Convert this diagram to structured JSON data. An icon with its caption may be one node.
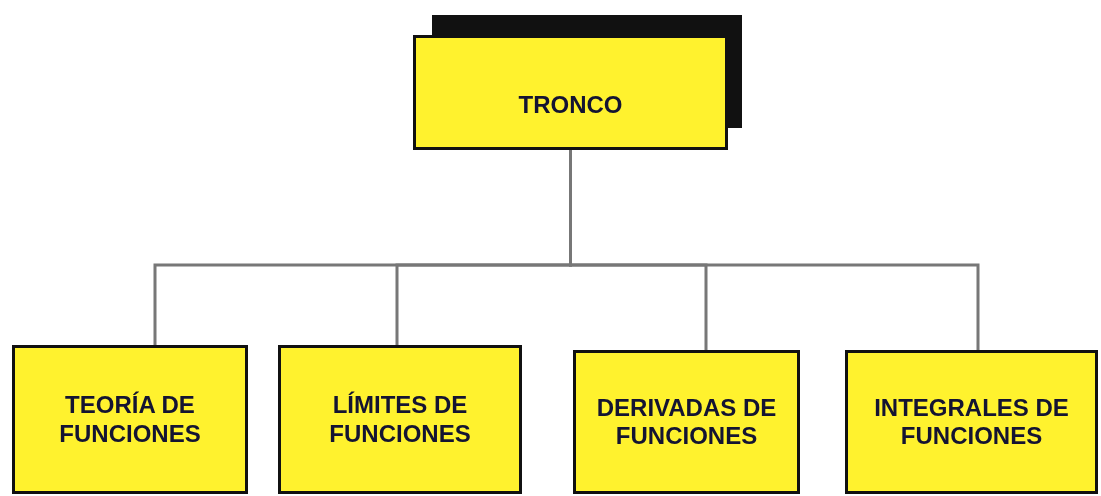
{
  "diagram": {
    "nodes": [
      {
        "text": [
          "TRONCO"
        ]
      },
      {
        "text": [
          "TEORÍA DE FUNCIONES"
        ]
      },
      {
        "text": [
          "LÍMITES DE FUNCIONES"
        ]
      },
      {
        "text": [
          "DERIVADAS DE FUNCIONES"
        ]
      },
      {
        "text": [
          "INTEGRALES DE FUNCIONES"
        ]
      }
    ],
    "edges": [
      {
        "from": 0,
        "to": 1,
        "arrow": "none"
      },
      {
        "from": 0,
        "to": 2,
        "arrow": "none"
      },
      {
        "from": 0,
        "to": 3,
        "arrow": "none"
      },
      {
        "from": 0,
        "to": 4,
        "arrow": "none"
      }
    ]
  }
}
